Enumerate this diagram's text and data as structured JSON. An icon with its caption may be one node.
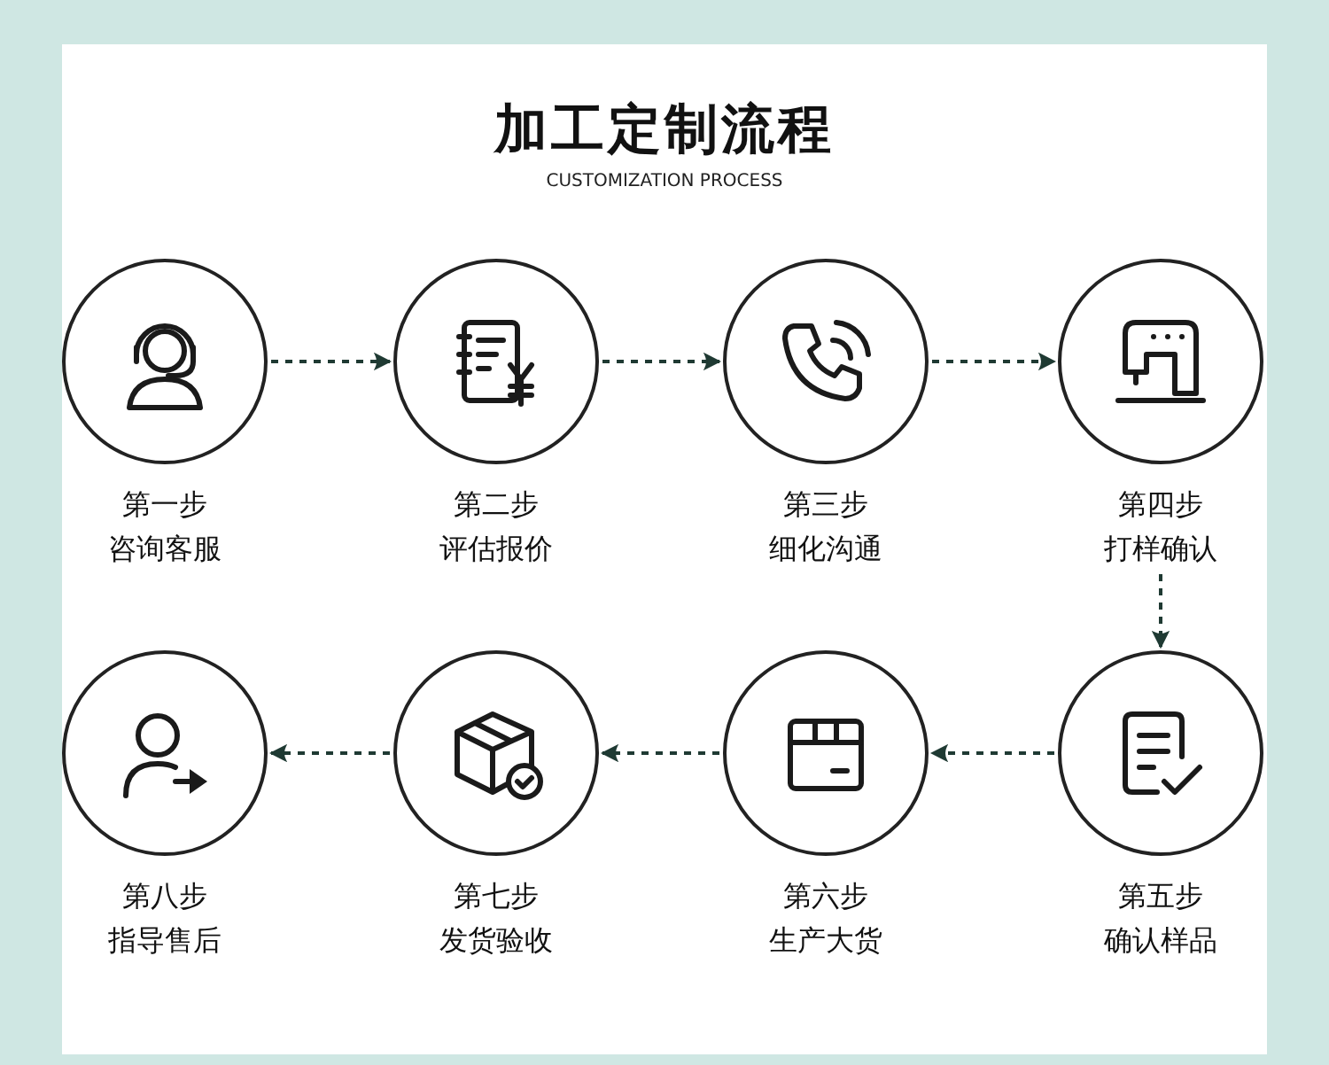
{
  "diagram": {
    "title": "加工定制流程",
    "nodes": [
      {
        "text": [
          "第一步",
          "咨询客服"
        ]
      },
      {
        "text": [
          "第二步",
          "评估报价"
        ]
      },
      {
        "text": [
          "第三步",
          "细化沟通"
        ]
      },
      {
        "text": [
          "第四步",
          "打样确认"
        ]
      },
      {
        "text": [
          "第五步",
          "确认样品"
        ]
      },
      {
        "text": [
          "第六步",
          "生产大货"
        ]
      },
      {
        "text": [
          "第七步",
          "发货验收"
        ]
      },
      {
        "text": [
          "第八步",
          "指导售后"
        ]
      }
    ],
    "edges": [
      {
        "from": 0,
        "to": 1,
        "arrow": "to",
        "style": "dashed"
      },
      {
        "from": 1,
        "to": 2,
        "arrow": "to",
        "style": "dashed"
      },
      {
        "from": 2,
        "to": 3,
        "arrow": "to",
        "style": "dashed"
      },
      {
        "from": 3,
        "to": 4,
        "arrow": "to",
        "style": "dashed"
      },
      {
        "from": 4,
        "to": 5,
        "arrow": "to",
        "style": "dashed"
      },
      {
        "from": 5,
        "to": 6,
        "arrow": "to",
        "style": "dashed"
      },
      {
        "from": 6,
        "to": 7,
        "arrow": "to",
        "style": "dashed"
      }
    ],
    "labels": [
      "CUSTOMIZATION PROCESS"
    ]
  }
}
